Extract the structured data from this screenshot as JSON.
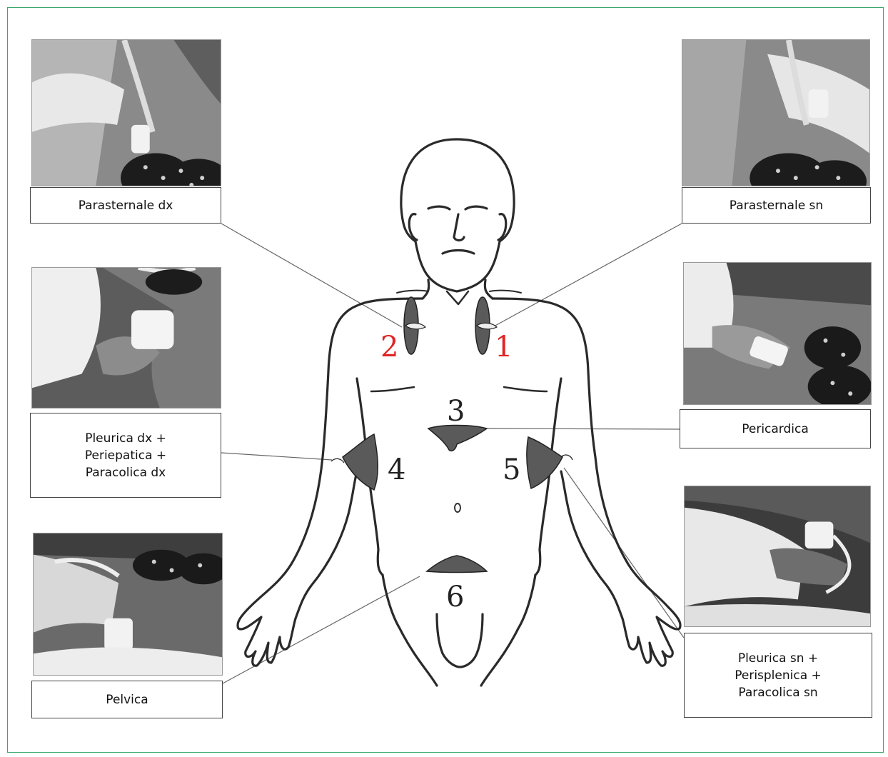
{
  "labels": {
    "parasternale_dx": "Parasternale dx",
    "parasternale_sn": "Parasternale sn",
    "pleurica_dx": "Pleurica dx +\nPeriepatica +\nParacolica dx",
    "pericardica": "Pericardica",
    "pelvica": "Pelvica",
    "pleurica_sn": "Pleurica sn +\nPerisplenica +\nParacolica sn"
  },
  "numbers": {
    "n1": "1",
    "n2": "2",
    "n3": "3",
    "n4": "4",
    "n5": "5",
    "n6": "6"
  },
  "colors": {
    "frame": "#3aa76d",
    "highlight_number": "#e02424",
    "probe": "#5a5a5a"
  }
}
